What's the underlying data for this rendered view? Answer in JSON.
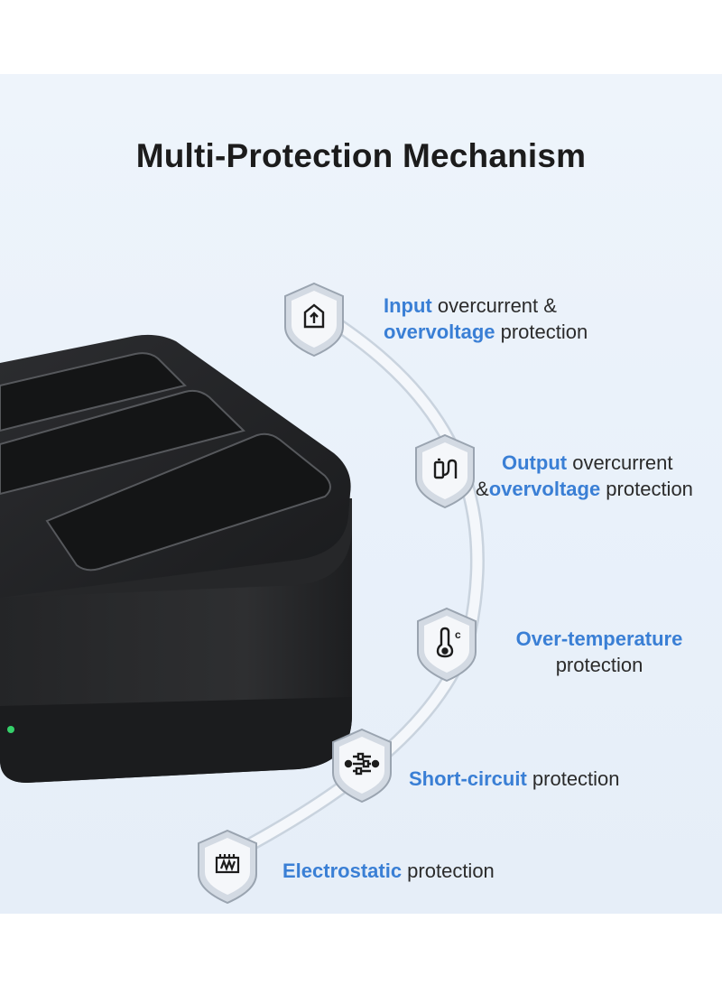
{
  "title": "Multi-Protection Mechanism",
  "features": [
    {
      "icon": "arrow-up-box-icon",
      "l1_hl": "Input",
      "l1_rest": " overcurrent &",
      "l2_pre": "",
      "l2_hl": "overvoltage",
      "l2_rest": " protection"
    },
    {
      "icon": "battery-plug-icon",
      "l1_hl": "Output",
      "l1_rest": " overcurrent",
      "l2_pre": "&",
      "l2_hl": "overvoltage",
      "l2_rest": " protection"
    },
    {
      "icon": "thermometer-icon",
      "badge": "c",
      "l1_hl": "Over-temperature",
      "l2_rest": "protection"
    },
    {
      "icon": "circuit-icon",
      "l1_hl": "Short-circuit",
      "l1_rest": " protection"
    },
    {
      "icon": "static-chip-icon",
      "l1_hl": "Electrostatic",
      "l1_rest": " protection"
    }
  ],
  "colors": {
    "accent": "#3a7fd5",
    "charger": "#2a2b2d",
    "led": "#35d06a"
  }
}
